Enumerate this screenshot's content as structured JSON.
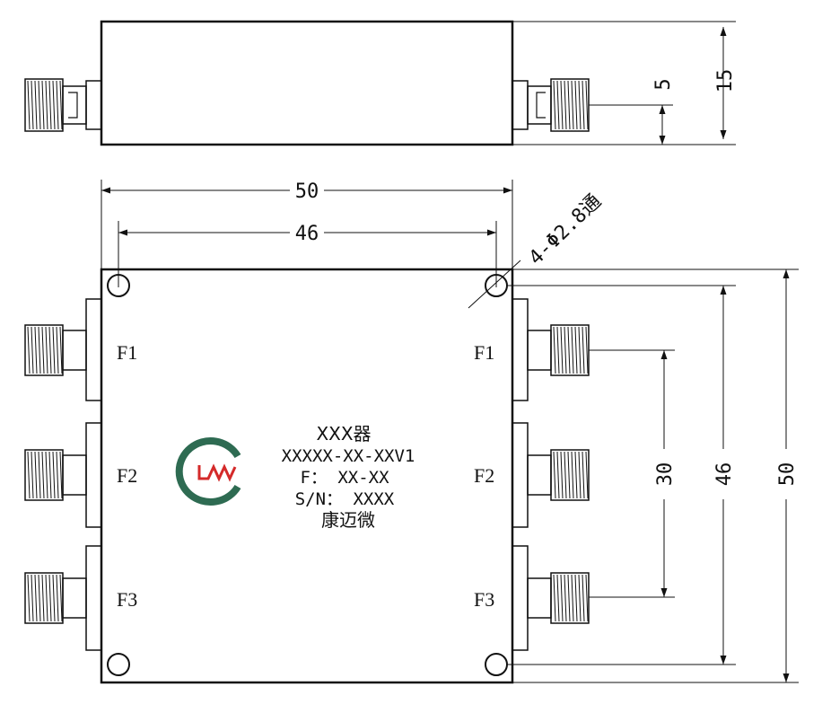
{
  "dimensions": {
    "side_width": "50",
    "side_inner": "46",
    "height_total": "15",
    "connector_offset": "5",
    "right_outer": "50",
    "right_inner": "46",
    "right_spacing": "30",
    "hole_callout": "4-Φ2.8通"
  },
  "ports": {
    "left": [
      "F1",
      "F2",
      "F3"
    ],
    "right": [
      "F1",
      "F2",
      "F3"
    ]
  },
  "label": {
    "line1": "XXX器",
    "line2": "XXXXX-XX-XXV1",
    "line3": "F： XX-XX",
    "line4": "S/N： XXXX",
    "line5": "康迈微"
  },
  "colors": {
    "line": "#111111",
    "logo_green": "#2e6b52",
    "logo_red": "#d42a2a"
  },
  "icons": {
    "logo": "kangmaiwei-logo-icon",
    "connector": "sma-connector-icon",
    "mounting_hole": "mounting-hole-icon"
  }
}
